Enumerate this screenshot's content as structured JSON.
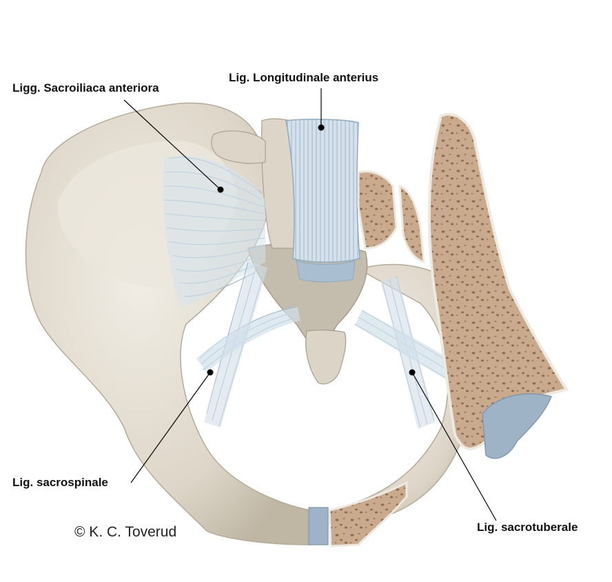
{
  "labels": {
    "sacroiliaca": "Ligg. Sacroiliaca anteriora",
    "longitudinale": "Lig. Longitudinale anterius",
    "sacrospinale": "Lig. sacrospinale",
    "sacrotuberale": "Lig. sacrotuberale"
  },
  "credit": "© K. C. Toverud",
  "colors": {
    "bone": "#e6e1d6",
    "bone_shadow": "#c9c1b1",
    "ligament": "#c8d8e6",
    "ligament_stroke": "#8fa9bf",
    "cut_bone": "#c8a98a",
    "cut_bone_spots": "#8e6a55",
    "cartilage": "#98b0c4",
    "leader": "#000000"
  }
}
